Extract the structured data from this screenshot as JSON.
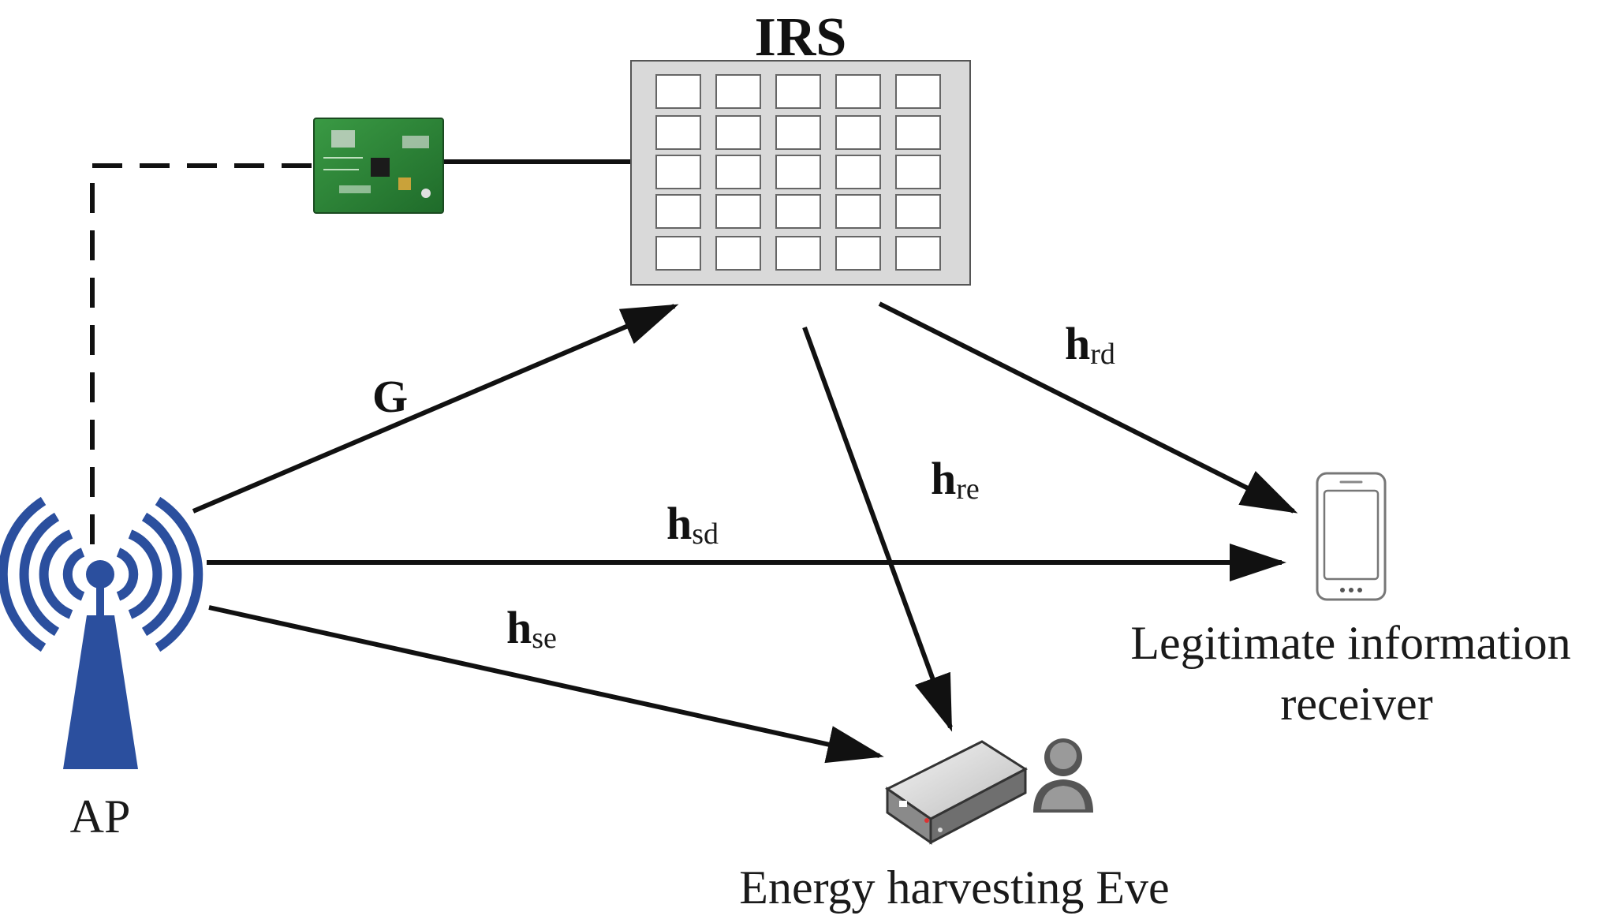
{
  "title": "IRS",
  "nodes": {
    "ap": {
      "label": "AP",
      "color": "#2b4f9e"
    },
    "irs": {
      "label": "IRS"
    },
    "receiver": {
      "label_line1": "Legitimate information",
      "label_line2": "receiver"
    },
    "eve": {
      "label": "Energy harvesting Eve"
    }
  },
  "channels": {
    "G": {
      "main": "G",
      "sub": ""
    },
    "h_rd": {
      "main": "h",
      "sub": "rd"
    },
    "h_re": {
      "main": "h",
      "sub": "re"
    },
    "h_sd": {
      "main": "h",
      "sub": "sd"
    },
    "h_se": {
      "main": "h",
      "sub": "se"
    }
  },
  "colors": {
    "line": "#111111",
    "irs_panel": "#d9d9d9",
    "controller_board": "#2f8a3a",
    "antenna": "#2b4f9e"
  },
  "icons": [
    "antenna-tower-icon",
    "irs-panel-icon",
    "controller-board-icon",
    "smartphone-icon",
    "router-device-icon",
    "user-icon"
  ]
}
